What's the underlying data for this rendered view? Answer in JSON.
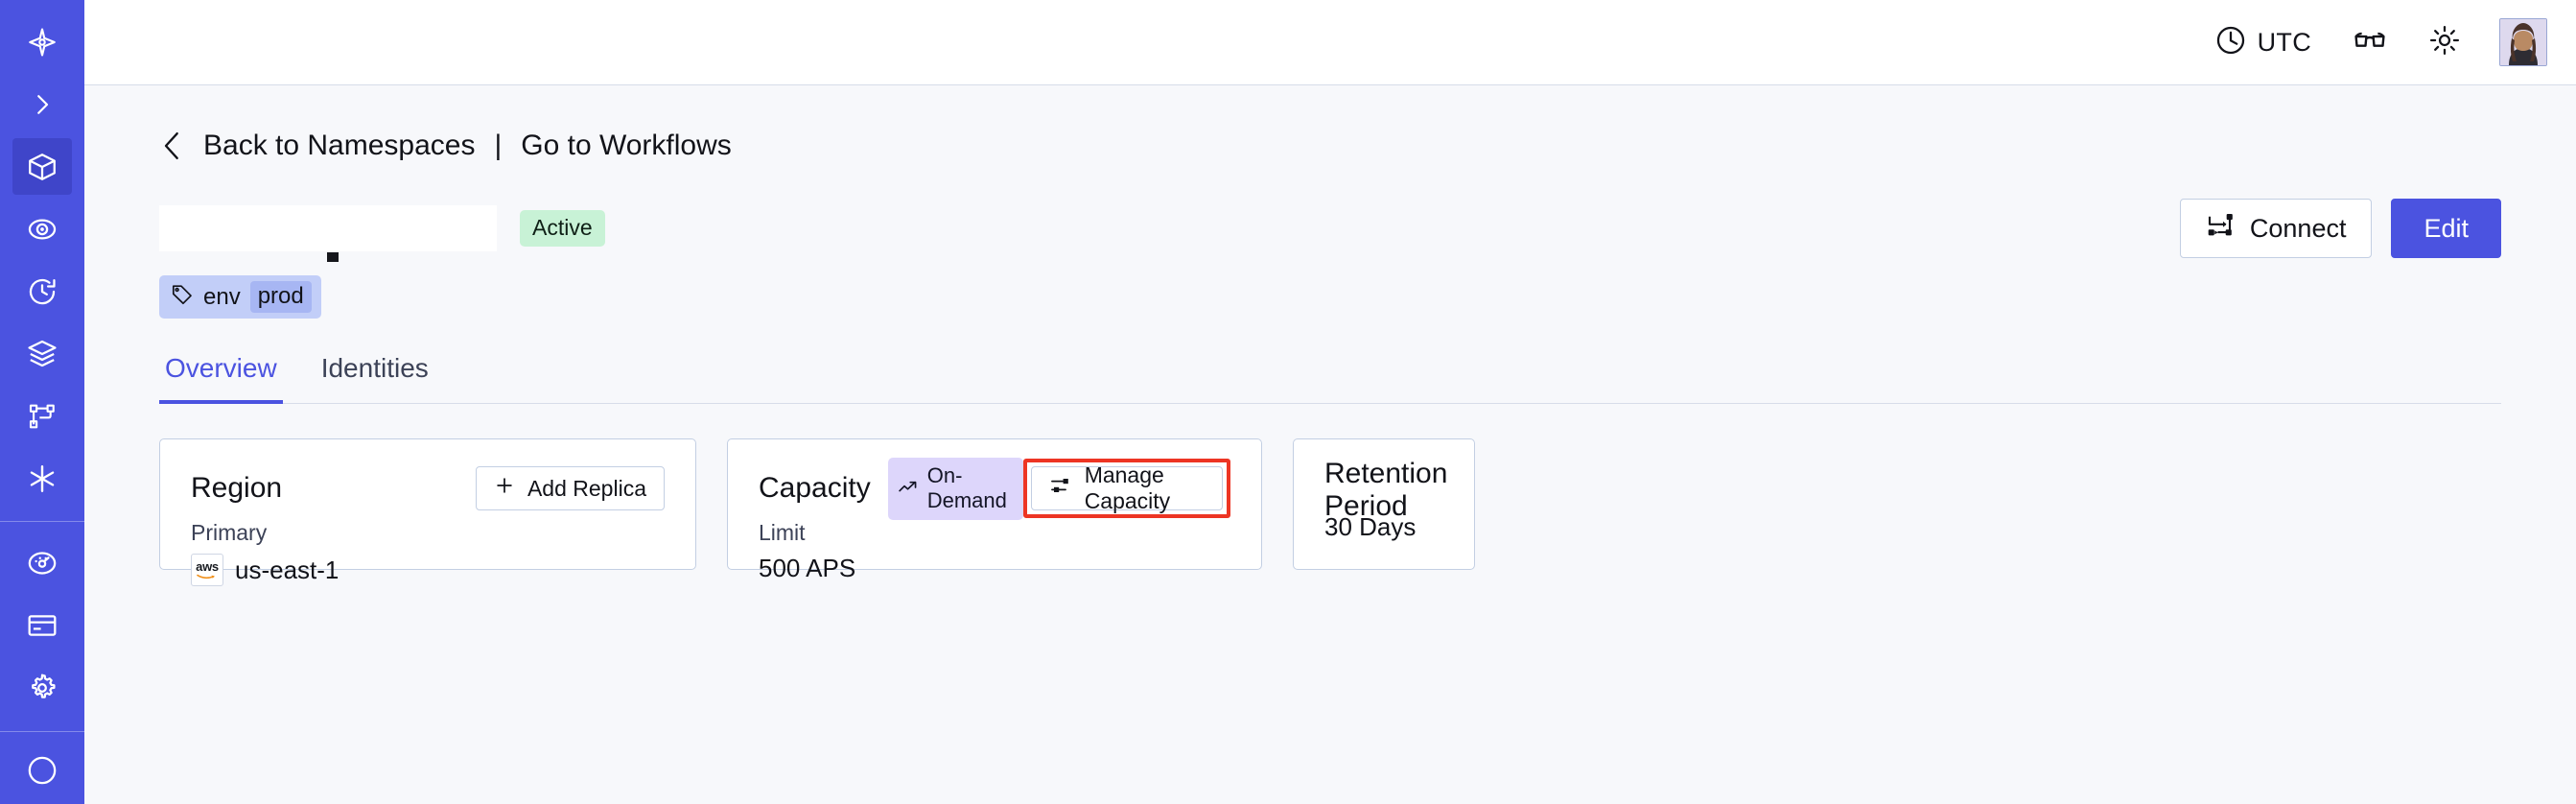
{
  "app": {
    "accent": "#4b53e0",
    "background": "#f7f8fb",
    "card_border": "#c3cfe3",
    "highlight_color": "#ed3524"
  },
  "sidebar": {
    "items": [
      {
        "name": "logo-icon",
        "icon": "temporal-logo-icon",
        "active": false
      },
      {
        "name": "expand-icon",
        "icon": "chevron-right-icon",
        "active": false
      },
      {
        "name": "namespaces-item",
        "icon": "cube-icon",
        "active": true
      },
      {
        "name": "observability-item",
        "icon": "eye-orbit-icon",
        "active": false
      },
      {
        "name": "history-item",
        "icon": "clock-rewind-icon",
        "active": false
      },
      {
        "name": "stack-item",
        "icon": "layers-icon",
        "active": false
      },
      {
        "name": "workflows-item",
        "icon": "git-branch-icon",
        "active": false
      },
      {
        "name": "nexus-item",
        "icon": "asterisk-icon",
        "active": false
      },
      {
        "name": "usage-item",
        "icon": "gauge-icon",
        "active": false
      },
      {
        "name": "billing-item",
        "icon": "credit-card-icon",
        "active": false
      },
      {
        "name": "settings-item",
        "icon": "gear-icon",
        "active": false
      }
    ]
  },
  "topbar": {
    "timezone_label": "UTC",
    "timezone_icon": "clock-icon",
    "docs_icon": "glasses-icon",
    "theme_icon": "sun-icon",
    "avatar_icon": "user-avatar"
  },
  "breadcrumb": {
    "back_icon": "chevron-left-icon",
    "back_label": "Back to Namespaces",
    "separator": "|",
    "forward_label": "Go to Workflows"
  },
  "header": {
    "namespace_title": "",
    "status_badge": "Active",
    "tag": {
      "icon": "tag-icon",
      "key": "env",
      "value": "prod"
    },
    "actions": {
      "connect_label": "Connect",
      "connect_icon": "connect-flow-icon",
      "edit_label": "Edit"
    }
  },
  "tabs": [
    {
      "label": "Overview",
      "active": true
    },
    {
      "label": "Identities",
      "active": false
    }
  ],
  "cards": {
    "region": {
      "title": "Region",
      "action_label": "Add Replica",
      "action_icon": "plus-icon",
      "sub_label": "Primary",
      "provider_icon": "aws-logo",
      "provider_text": "aws",
      "value": "us-east-1"
    },
    "capacity": {
      "title": "Capacity",
      "badge_label": "On-Demand",
      "badge_icon": "trending-up-icon",
      "action_label": "Manage Capacity",
      "action_icon": "sliders-icon",
      "action_highlighted": true,
      "sub_label": "Limit",
      "value": "500 APS"
    },
    "retention": {
      "title": "Retention Period",
      "value": "30 Days"
    }
  }
}
